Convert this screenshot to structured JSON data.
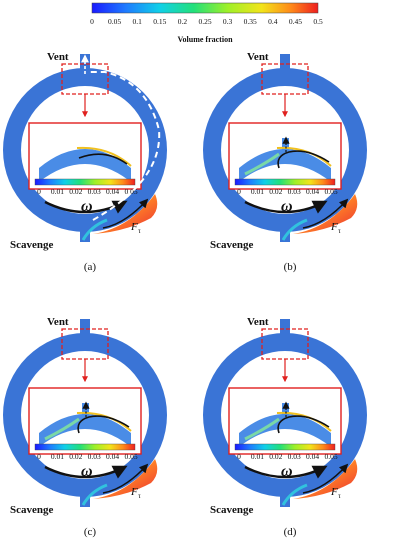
{
  "colorbar_main": {
    "ticks": [
      "0",
      "0.05",
      "0.1",
      "0.15",
      "0.2",
      "0.25",
      "0.3",
      "0.35",
      "0.4",
      "0.45",
      "0.5"
    ],
    "title": "Volume fraction"
  },
  "colorbar_inset": {
    "ticks": [
      "0",
      "0.01",
      "0.02",
      "0.03",
      "0.04",
      "0.05"
    ]
  },
  "labels": {
    "vent": "Vent",
    "scavenge": "Scavenge",
    "omega": "ω",
    "force": "F",
    "force_sub": "τ"
  },
  "panels": [
    {
      "id": "a",
      "caption": "(a)"
    },
    {
      "id": "b",
      "caption": "(b)"
    },
    {
      "id": "c",
      "caption": "(c)"
    },
    {
      "id": "d",
      "caption": "(d)"
    }
  ],
  "colors": {
    "ring_fill": "#3a74d6",
    "ring_inner": "#4a86e0",
    "frame_red": "#e0201e",
    "oil_red": "#e8402a",
    "stream": "#ffffff"
  }
}
